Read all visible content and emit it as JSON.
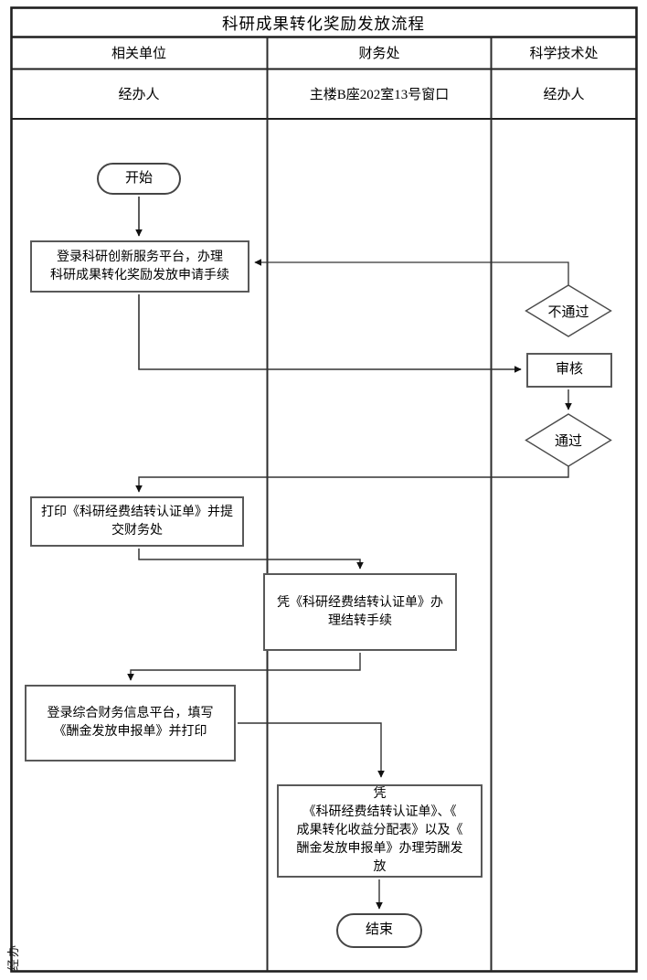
{
  "title": "科研成果转化奖励发放流程",
  "lanes": [
    {
      "department": "相关单位",
      "handler": "经办人"
    },
    {
      "department": "财务处",
      "handler": "主楼B座202室13号窗口"
    },
    {
      "department": "科学技术处",
      "handler": "经办人"
    }
  ],
  "nodes": {
    "start": "开始",
    "apply": "登录科研创新服务平台，办理\n科研成果转化奖励发放申请手续",
    "not_passed": "不通过",
    "review": "审核",
    "passed": "通过",
    "print_cert": "打印《科研经费结转认证单》并提\n交财务处",
    "carryover": "凭《科研经费结转认证单》办\n理结转手续",
    "fill_form": "登录综合财务信息平台，填写\n《酬金发放申报单》并打印",
    "payout": "凭\n《科研经费结转认证单》、《\n成果转化收益分配表》以及《\n酬金发放申报单》办理劳酬发\n放",
    "end": "结束"
  },
  "watermark": "经办",
  "colors": {
    "background": "#ffffff",
    "table_border": "#1f1f1f",
    "lane_divider": "#2b2b2b",
    "box_border": "#595959",
    "connector": "#333333",
    "text": "#000000"
  }
}
